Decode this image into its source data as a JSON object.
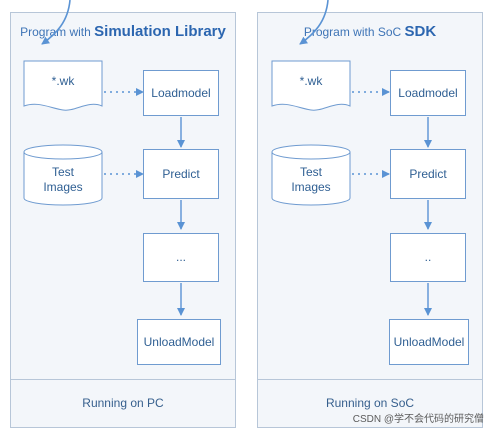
{
  "left_panel": {
    "title_prefix": "Program with ",
    "title_strong": "Simulation Library",
    "footer": "Running on PC",
    "nodes": {
      "file": "*.wk",
      "images_line1": "Test",
      "images_line2": "Images",
      "load": "Loadmodel",
      "predict": "Predict",
      "dots": "...",
      "unload": "UnloadModel"
    }
  },
  "right_panel": {
    "title_prefix": "Program with SoC ",
    "title_strong": "SDK",
    "footer": "Running on SoC",
    "nodes": {
      "file": "*.wk",
      "images_line1": "Test",
      "images_line2": "Images",
      "load": "Loadmodel",
      "predict": "Predict",
      "dots": "..",
      "unload": "UnloadModel"
    }
  },
  "watermark": "CSDN @学不会代码的研究僧",
  "colors": {
    "panel_bg": "#f3f6fa",
    "border": "#b7c6d8",
    "node_border": "#6f9bd0",
    "arrow": "#5a93d4",
    "text": "#2f5f93"
  }
}
